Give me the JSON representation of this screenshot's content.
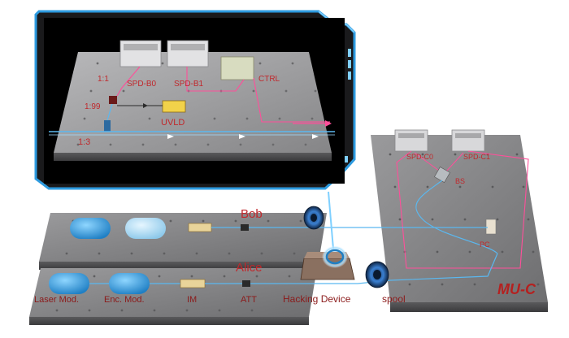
{
  "inset": {
    "spd_b0": "SPD-B0",
    "spd_b1": "SPD-B1",
    "ctrl": "CTRL",
    "ratio_11": "1:1",
    "ratio_199": "1:99",
    "ratio_13": "1:3",
    "uvld": "UVLD"
  },
  "receiver": {
    "spd_c0": "SPD-C0",
    "spd_c1": "SPD-C1",
    "bs": "BS",
    "pc": "PC",
    "title": "MU-C"
  },
  "channel": {
    "bob": "Bob",
    "alice": "Alice",
    "hacking_device": "Hacking Device",
    "spool": "spool"
  },
  "alice_components": {
    "laser": "Laser Mod.",
    "enc": "Enc. Mod.",
    "im": "IM",
    "att": "ATT"
  },
  "colors": {
    "accent_blue": "#2d9be0",
    "fiber_blue": "#5ab8f0",
    "fiber_pink": "#ff4f9a",
    "label_red": "#c0282c"
  }
}
